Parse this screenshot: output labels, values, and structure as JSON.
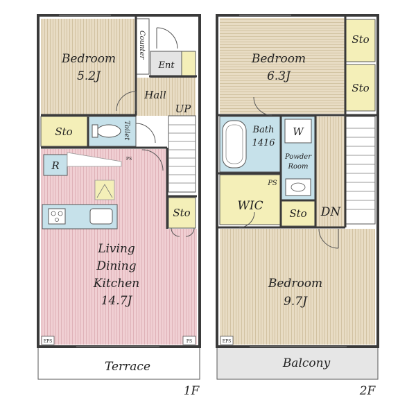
{
  "floor1": {
    "floor_label": "1F",
    "bedroom": {
      "name": "Bedroom",
      "size": "5.2J"
    },
    "counter": "Counter",
    "entrance": "Ent",
    "hall": "Hall",
    "up": "UP",
    "storage_1": "Sto",
    "toilet": "Toilet",
    "ps_1": "PS",
    "refrigerator": "R",
    "storage_2": "Sto",
    "ldk": {
      "l1": "Living",
      "l2": "Dining",
      "l3": "Kitchen",
      "size": "14.7J"
    },
    "eps": "EPS",
    "ps_2": "PS",
    "terrace": "Terrace"
  },
  "floor2": {
    "floor_label": "2F",
    "bedroom_top": {
      "name": "Bedroom",
      "size": "6.3J"
    },
    "storage_a": "Sto",
    "storage_b": "Sto",
    "bath": {
      "name": "Bath",
      "size": "1416"
    },
    "washer": "W",
    "powder": {
      "l1": "Powder",
      "l2": "Room"
    },
    "ps": "PS",
    "wic": "WIC",
    "storage_c": "Sto",
    "down": "DN",
    "bedroom_bottom": {
      "name": "Bedroom",
      "size": "9.7J"
    },
    "eps": "EPS",
    "balcony": "Balcony"
  },
  "colors": {
    "wood_floor": "#e8dcc4",
    "ldk_floor": "#f0cfd3",
    "storage_floor": "#f4efb8",
    "wet_floor": "#c6e1ea",
    "hall_floor": "#e6dbc2",
    "wall": "#3a3a3a",
    "balcony_floor": "#e6e6e6"
  }
}
